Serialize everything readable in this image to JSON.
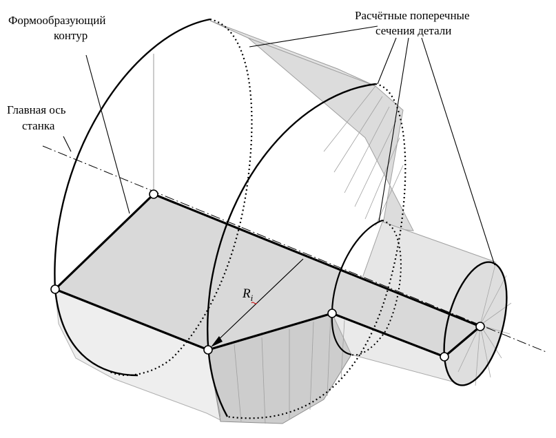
{
  "labels": {
    "contour_line1": "Формообразующий",
    "contour_line2": "контур",
    "sections_line1": "Расчётные поперечные",
    "sections_line2": "сечения детали",
    "axis_line1": "Главная ось",
    "axis_line2": "станка",
    "radius_main": "R",
    "radius_sub": "i"
  },
  "colors": {
    "stroke": "#000000",
    "face_fill": "#d9d9d9",
    "side_fill": "#e6e6e6",
    "dark_fill": "#cfcfcf",
    "background": "#ffffff"
  }
}
